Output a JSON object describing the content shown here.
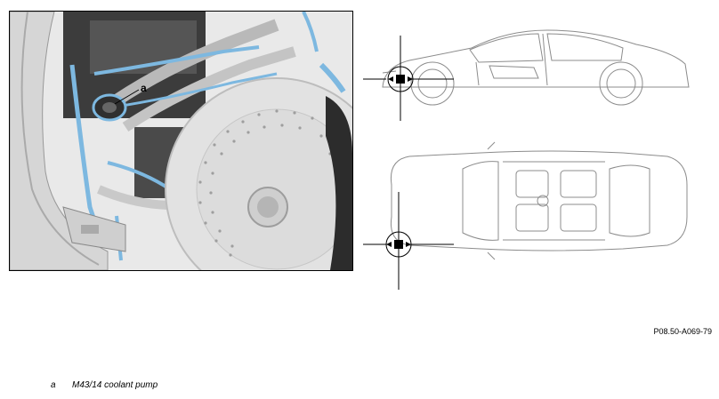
{
  "illustration": {
    "callout_letter": "a"
  },
  "figure_reference": "P08.50-A069-79",
  "legend": [
    {
      "key": "a",
      "text": "M43/14 coolant pump"
    }
  ],
  "colors": {
    "highlight_blue": "#7db8e0",
    "line_gray": "#9a9a9a",
    "marker_black": "#000000"
  }
}
